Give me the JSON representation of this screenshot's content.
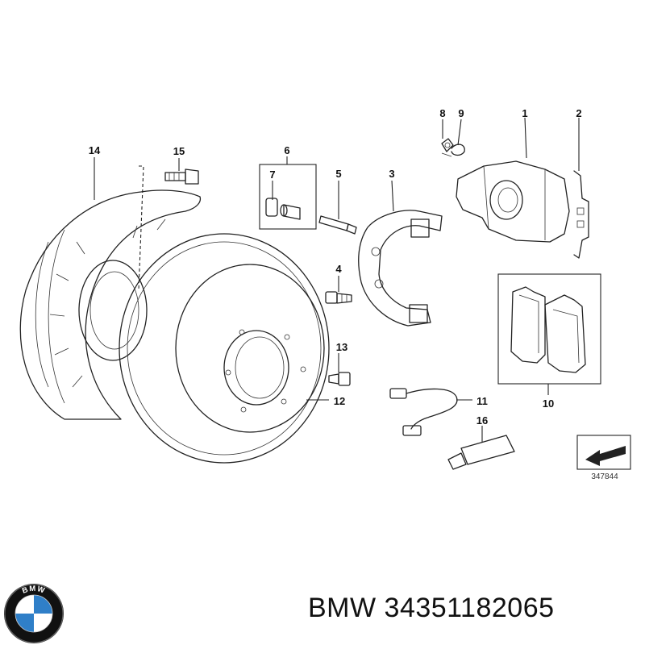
{
  "diagram": {
    "callouts": [
      "1",
      "2",
      "3",
      "4",
      "5",
      "6",
      "7",
      "8",
      "9",
      "10",
      "11",
      "12",
      "13",
      "14",
      "15",
      "16"
    ],
    "reference_number": "347844"
  },
  "footer": {
    "brand": "BMW",
    "part_number": "34351182065",
    "label": "BMW 34351182065"
  },
  "logo": {
    "letters": "BMW",
    "colors": {
      "blue": "#2f7fc8",
      "white": "#ffffff",
      "ring": "#111111"
    }
  }
}
